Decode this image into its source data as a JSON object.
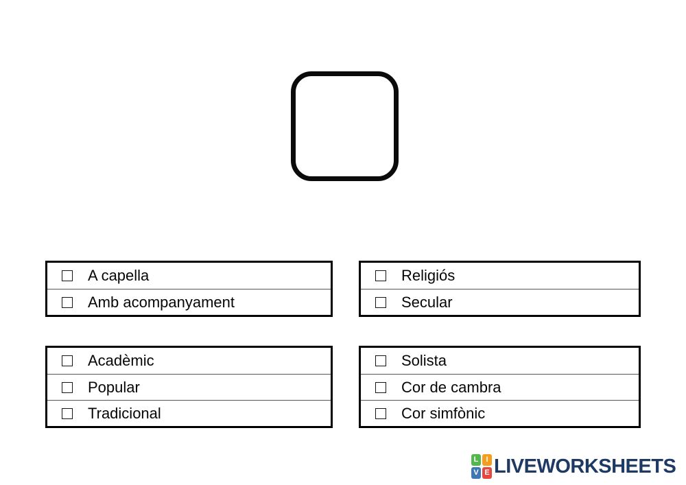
{
  "page": {
    "background": "#ffffff"
  },
  "image_placeholder": {
    "shape": "rounded-square-outline",
    "border_color": "#0b0b0b"
  },
  "groups": [
    {
      "name": "group-1",
      "options": [
        {
          "label": "A capella",
          "checked": false
        },
        {
          "label": "Amb acompanyament",
          "checked": false
        }
      ]
    },
    {
      "name": "group-2",
      "options": [
        {
          "label": "Religiós",
          "checked": false
        },
        {
          "label": "Secular",
          "checked": false
        }
      ]
    },
    {
      "name": "group-3",
      "options": [
        {
          "label": "Acadèmic",
          "checked": false
        },
        {
          "label": "Popular",
          "checked": false
        },
        {
          "label": "Tradicional",
          "checked": false
        }
      ]
    },
    {
      "name": "group-4",
      "options": [
        {
          "label": "Solista",
          "checked": false
        },
        {
          "label": "Cor de cambra",
          "checked": false
        },
        {
          "label": "Cor simfònic",
          "checked": false
        }
      ]
    }
  ],
  "footer": {
    "brand": "LIVEWORKSHEETS",
    "brand_color": "#1e3a63",
    "icon_tiles": [
      {
        "letter": "L",
        "color": "#52b74c"
      },
      {
        "letter": "I",
        "color": "#f59d1e"
      },
      {
        "letter": "V",
        "color": "#3f76b5"
      },
      {
        "letter": "E",
        "color": "#e8473f"
      }
    ]
  }
}
